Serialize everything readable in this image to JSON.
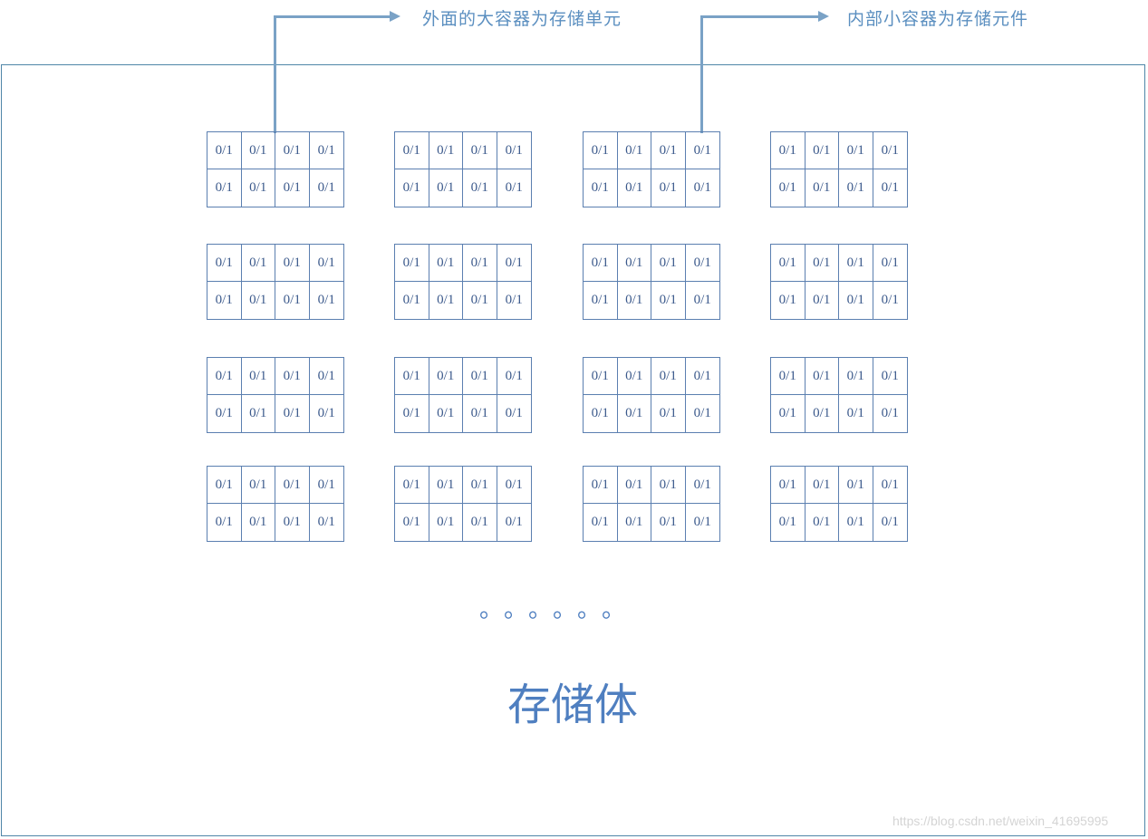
{
  "diagram": {
    "callout_unit": "外面的大容器为存储单元",
    "callout_element": "内部小容器为存储元件",
    "bit_value": "0/1",
    "ellipsis": "。。。。。。",
    "memory_label": "存储体",
    "watermark": "https://blog.csdn.net/weixin_41695995",
    "unit_rows": 4,
    "unit_cols": 4,
    "bits_per_unit": 8,
    "colors": {
      "border": "#4f86a8",
      "grid_line": "#5b7fb0",
      "arrow": "#7aa2c6",
      "text_blue": "#5b8fc0"
    }
  }
}
